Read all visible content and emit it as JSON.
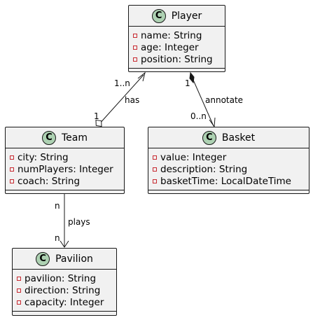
{
  "classes": {
    "player": {
      "badge": "C",
      "name": "Player",
      "attrs": [
        "name: String",
        "age: Integer",
        "position: String"
      ]
    },
    "team": {
      "badge": "C",
      "name": "Team",
      "attrs": [
        "city: String",
        "numPlayers: Integer",
        "coach: String"
      ]
    },
    "basket": {
      "badge": "C",
      "name": "Basket",
      "attrs": [
        "value: Integer",
        "description: String",
        "basketTime: LocalDateTime"
      ]
    },
    "pavilion": {
      "badge": "C",
      "name": "Pavilion",
      "attrs": [
        "pavilion: String",
        "direction: String",
        "capacity: Integer"
      ]
    }
  },
  "relations": {
    "team_player": {
      "label": "has",
      "source_mult": "1",
      "target_mult": "1..n"
    },
    "player_basket": {
      "label": "annotate",
      "source_mult": "1",
      "target_mult": "0..n"
    },
    "team_pavilion": {
      "label": "plays",
      "source_mult": "n",
      "target_mult": "n"
    }
  },
  "colors": {
    "box_fill": "#f1f1f1",
    "border": "#181818",
    "badge": "#add1b2",
    "visibility_private": "#c82930"
  }
}
